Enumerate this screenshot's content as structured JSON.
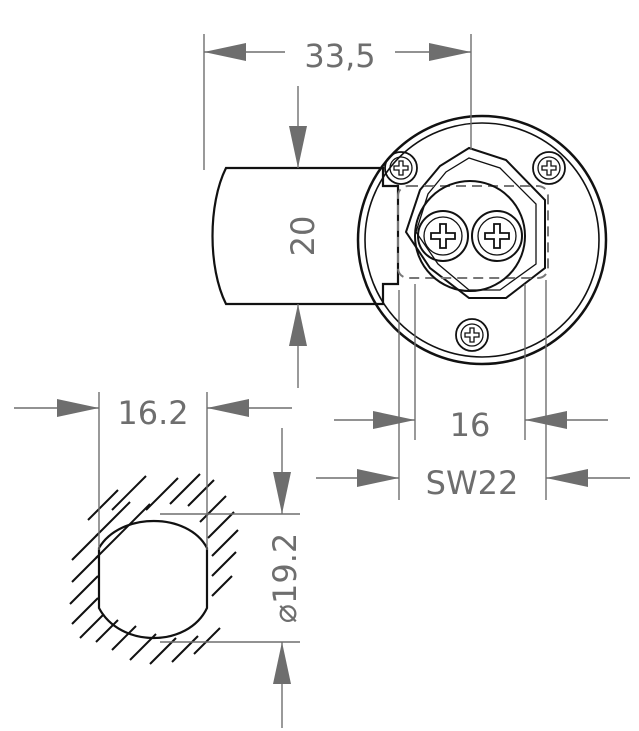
{
  "dimensions": {
    "width_total": "33,5",
    "height_tongue": "20",
    "body_cutout_width": "16.2",
    "body_cutout_diameter": "⌀19.2",
    "cam_width": "16",
    "wrench_size": "SW22"
  },
  "colors": {
    "outline": "#111111",
    "dimension": "#6e6e6e",
    "background": "#ffffff"
  }
}
